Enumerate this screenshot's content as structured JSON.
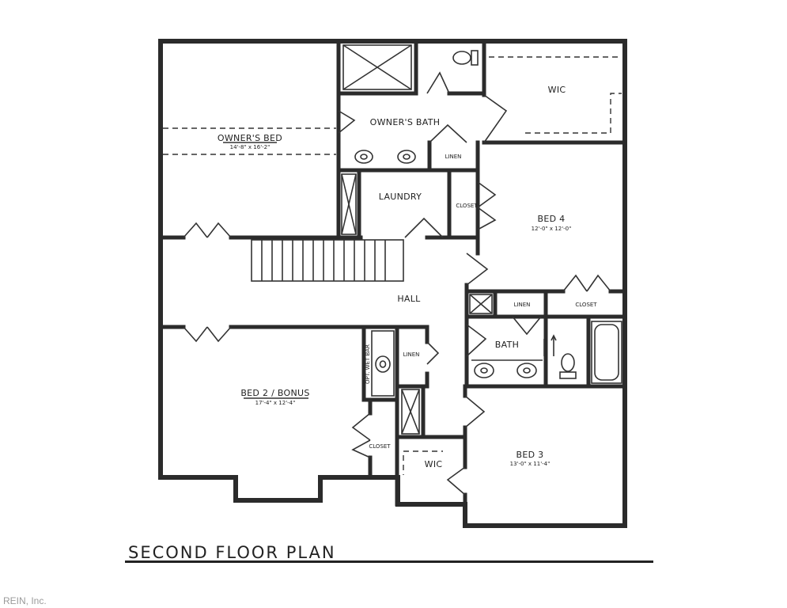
{
  "plan_title": "SECOND FLOOR PLAN",
  "watermark": "REIN, Inc.",
  "rooms": {
    "owners_bed": {
      "name": "OWNER'S BED",
      "dims": "14'-8\" x 16'-2\""
    },
    "owners_bath": {
      "name": "OWNER'S BATH"
    },
    "wic_owner": {
      "name": "WIC"
    },
    "linen_owner": {
      "name": "LINEN"
    },
    "laundry": {
      "name": "LAUNDRY"
    },
    "closet_bed4": {
      "name": "CLOSET"
    },
    "bed4": {
      "name": "BED 4",
      "dims": "12'-0\" x 12'-0\""
    },
    "hall": {
      "name": "HALL"
    },
    "linen_hall": {
      "name": "LINEN"
    },
    "closet_hall": {
      "name": "CLOSET"
    },
    "bath": {
      "name": "BATH"
    },
    "linen_bed2": {
      "name": "LINEN"
    },
    "opt_wet_bar": {
      "name": "OPT. WET BAR"
    },
    "bed2": {
      "name": "BED 2 / BONUS",
      "dims": "17'-4\" x 12'-4\""
    },
    "closet_bed2": {
      "name": "CLOSET"
    },
    "wic_bed3": {
      "name": "WIC"
    },
    "bed3": {
      "name": "BED 3",
      "dims": "13'-0\" x 11'-4\""
    }
  }
}
